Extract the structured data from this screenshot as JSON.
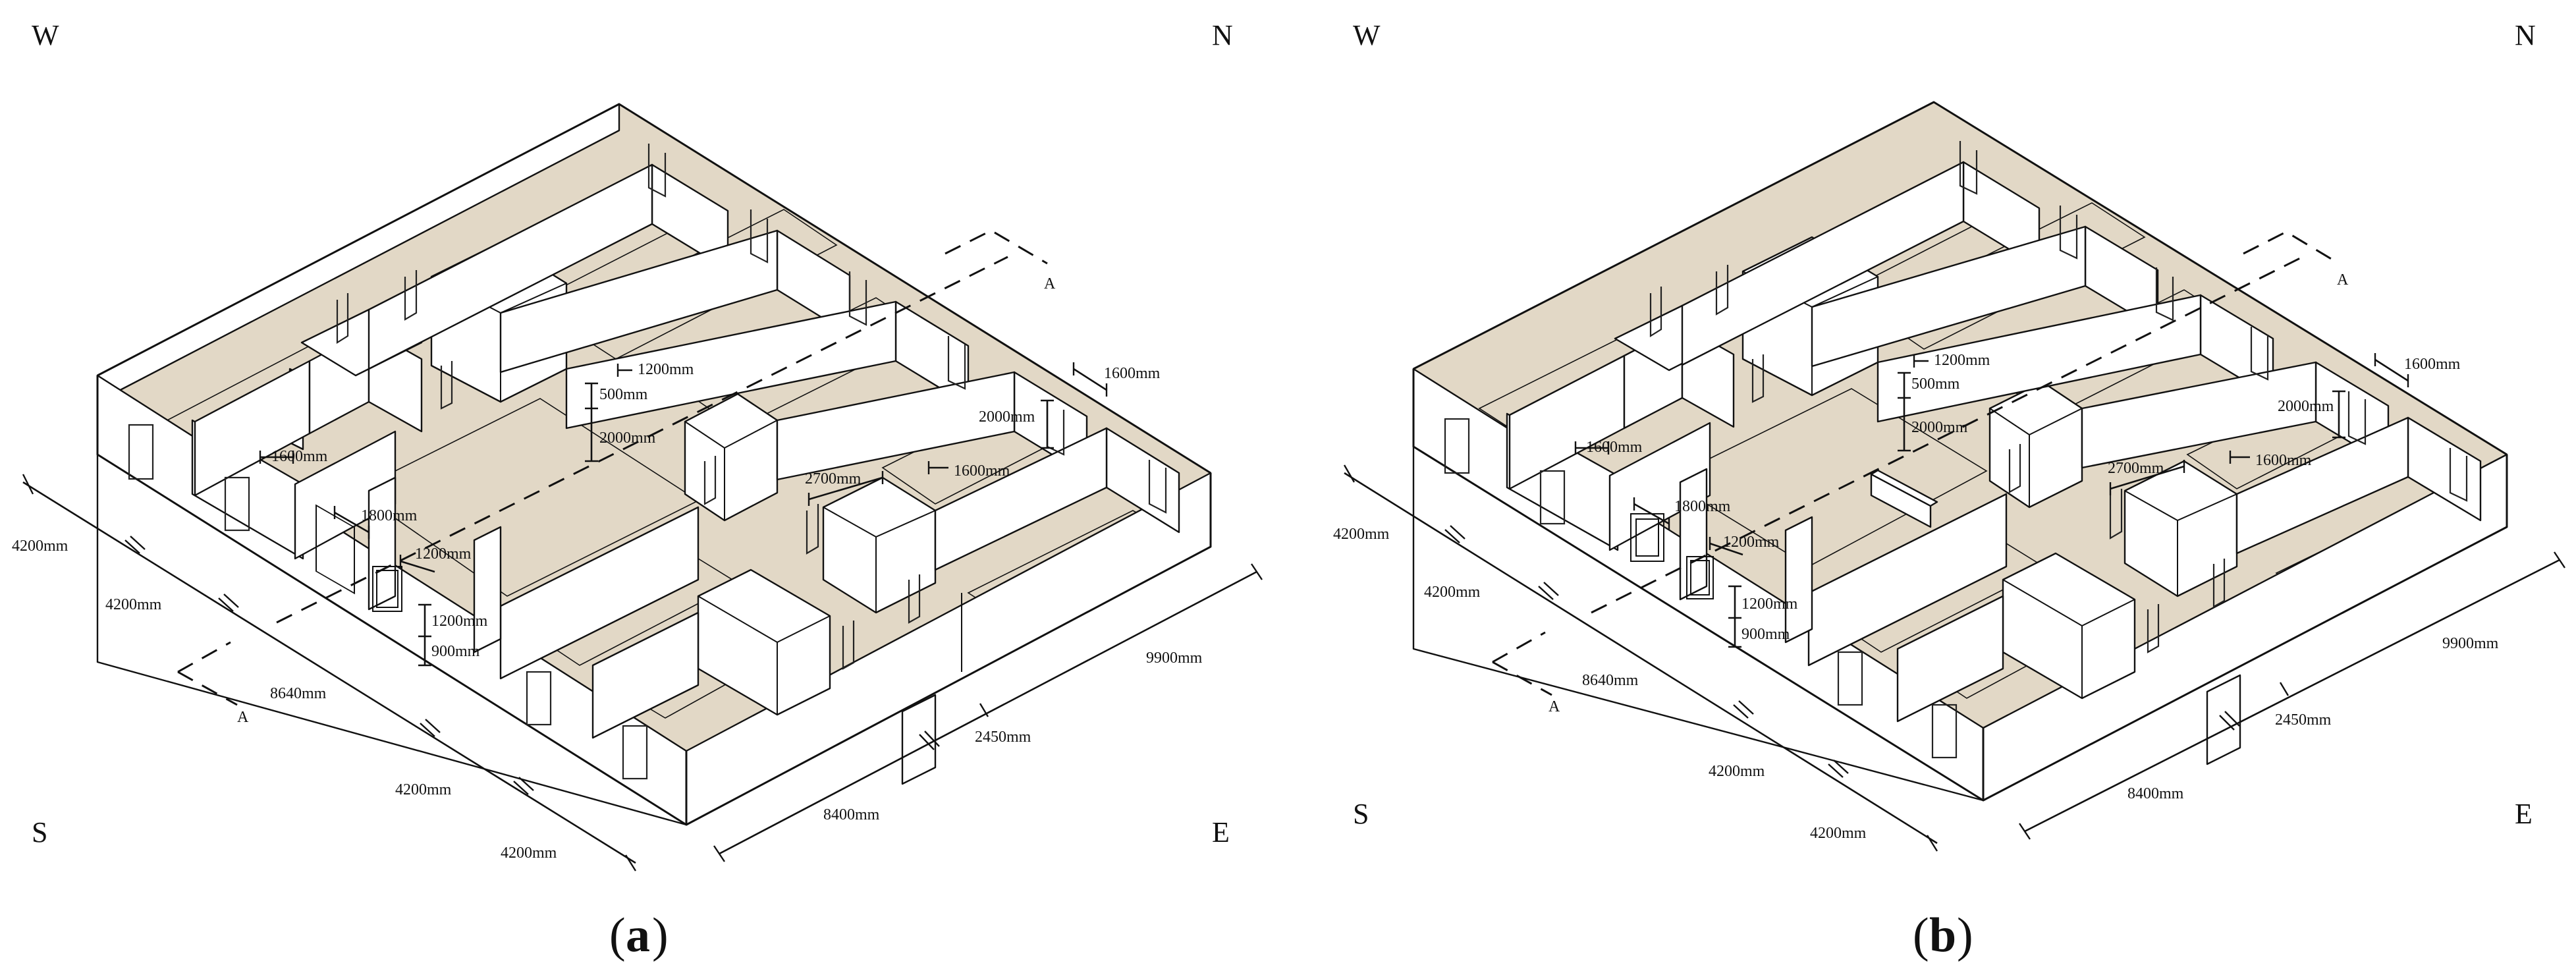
{
  "panels": [
    {
      "id": "a",
      "caption_letter": "a",
      "compass": {
        "nw": "W",
        "ne": "N",
        "sw": "S",
        "se": "E"
      },
      "section": "A",
      "dims": {
        "room_width_1": "1600mm",
        "window_width_1": "1200mm",
        "window_sill_height_1": "500mm",
        "window_height_1": "2000mm",
        "room_width_2": "1600mm",
        "door_height": "2000mm",
        "room_width_3": "1600mm",
        "corridor_width": "2700mm",
        "window_width_2": "1800mm",
        "window_width_3": "1200mm",
        "window_height_2": "1200mm",
        "window_sill_height_2": "900mm",
        "south_1": "4200mm",
        "south_2": "4200mm",
        "south_3": "8640mm",
        "south_4": "4200mm",
        "south_5": "4200mm",
        "east_1": "8400mm",
        "east_2": "2450mm",
        "east_3": "9900mm"
      }
    },
    {
      "id": "b",
      "caption_letter": "b",
      "compass": {
        "nw": "W",
        "ne": "N",
        "sw": "S",
        "se": "E"
      },
      "section": "A",
      "dims": {
        "room_width_1": "1600mm",
        "window_width_1": "1200mm",
        "window_sill_height_1": "500mm",
        "window_height_1": "2000mm",
        "room_width_2": "1600mm",
        "door_height": "2000mm",
        "room_width_3": "1600mm",
        "corridor_width": "2700mm",
        "window_width_2": "1800mm",
        "window_width_3": "1200mm",
        "window_height_2": "1200mm",
        "window_sill_height_2": "900mm",
        "south_1": "4200mm",
        "south_2": "4200mm",
        "south_3": "8640mm",
        "south_4": "4200mm",
        "south_5": "4200mm",
        "east_1": "8400mm",
        "east_2": "2450mm",
        "east_3": "9900mm"
      }
    }
  ]
}
